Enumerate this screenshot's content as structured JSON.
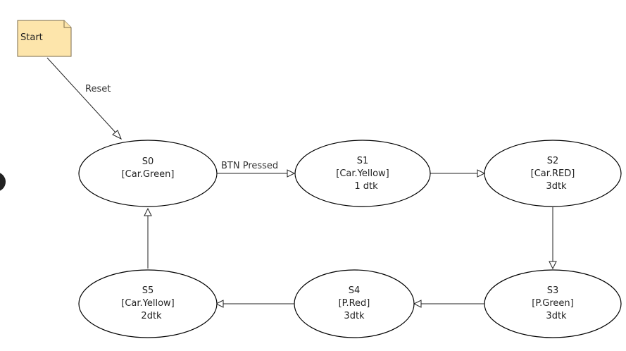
{
  "diagram": {
    "start_note": "Start",
    "colors": {
      "note_fill": "#fde5ab",
      "note_border": "#7a6a48",
      "node_fill": "#ffffff",
      "line": "#222222"
    },
    "states": [
      {
        "id": "s0",
        "lines": [
          "S0",
          "[Car.Green]"
        ]
      },
      {
        "id": "s1",
        "lines": [
          "S1",
          "[Car.Yellow]",
          "1 dtk"
        ]
      },
      {
        "id": "s2",
        "lines": [
          "S2",
          "[Car.RED]",
          "3dtk"
        ]
      },
      {
        "id": "s3",
        "lines": [
          "S3",
          "[P.Green]",
          "3dtk"
        ]
      },
      {
        "id": "s4",
        "lines": [
          "S4",
          "[P.Red]",
          "3dtk"
        ]
      },
      {
        "id": "s5",
        "lines": [
          "S5",
          "[Car.Yellow]",
          "2dtk"
        ]
      }
    ],
    "transitions": [
      {
        "id": "start-to-s0",
        "from": "start",
        "to": "s0",
        "label": "Reset"
      },
      {
        "id": "s0-to-s1",
        "from": "s0",
        "to": "s1",
        "label": "BTN Pressed"
      },
      {
        "id": "s1-to-s2",
        "from": "s1",
        "to": "s2",
        "label": ""
      },
      {
        "id": "s2-to-s3",
        "from": "s2",
        "to": "s3",
        "label": ""
      },
      {
        "id": "s3-to-s4",
        "from": "s3",
        "to": "s4",
        "label": ""
      },
      {
        "id": "s4-to-s5",
        "from": "s4",
        "to": "s5",
        "label": ""
      },
      {
        "id": "s5-to-s0",
        "from": "s5",
        "to": "s0",
        "label": ""
      }
    ]
  }
}
